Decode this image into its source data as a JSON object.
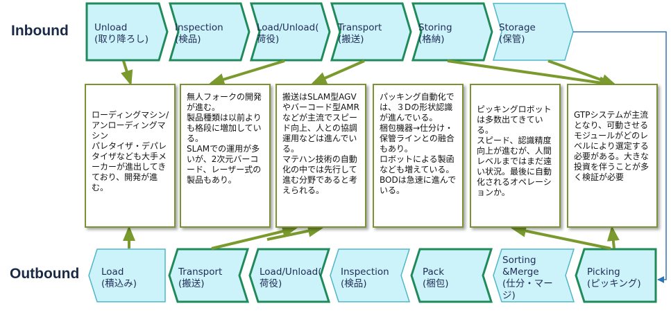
{
  "rows": {
    "inbound": "Inbound",
    "outbound": "Outbound"
  },
  "inbound": [
    {
      "en": "Unload",
      "jp": "(取り降ろし)"
    },
    {
      "en": "Inspection",
      "jp": "(検品)"
    },
    {
      "en": "Load/Unload(",
      "jp": "荷役)"
    },
    {
      "en": "Transport",
      "jp": "(搬送)"
    },
    {
      "en": "Storing",
      "jp": "(格納)"
    },
    {
      "en": "Storage",
      "jp": "(保管)"
    }
  ],
  "outbound": [
    {
      "en": "Load",
      "jp": "(積込み)"
    },
    {
      "en": "Transport",
      "jp": "(搬送)"
    },
    {
      "en": "Load/Unload(",
      "jp": "荷役)"
    },
    {
      "en": "Inspection",
      "jp": "(検品)"
    },
    {
      "en": "Pack",
      "jp": "(梱包)"
    },
    {
      "en": "Sorting",
      "en2": "&Merge",
      "jp": "(仕分・マー",
      "jp2": "ジ)"
    },
    {
      "en": "Picking",
      "jp": "(ピッキング)"
    }
  ],
  "notes": [
    "ローディングマシン/アンローディングマシン\nパレタイザ・デパレタイザなども大手メーカーが進出してきており、開発が進む。",
    "無人フォークの開発が進む。\n製品種類は以前よりも格段に増加している。\nSLAMでの運用が多いが、2次元バーコード、レーザー式の製品もあり。",
    "搬送はSLAM型AGVやバーコード型AMRなどが主流でスピード向上、人との協調運用などは進んでいる。\nマテハン技術の自動化の中では先行して進む分野であると考えられる。",
    "パッキング自動化では、３Dの形状認識が進んでいる。\n梱包機器→仕分け・保管ラインとの融合もあり。\nロボットによる製函なども増えている。BODは急速に進んでいる。",
    "ピッキングロボットは多数出てきている。\nスピード、認識精度向上が進むが、人間レベルまではまだ遠い状況。最後に自動化されるオペレーションか。",
    "GTPシステムが主流となり、可動させるモジュールがどのレベルにより選定する必要がある。大きな投資を伴うことが多く検証が必要"
  ],
  "colors": {
    "chevron_fill": "#ccf2fa",
    "chevron_stroke_dark": "#1f8a5a",
    "chevron_stroke_light": "#4fb6c8",
    "arrow": "#7a9a2e",
    "connector": "#2e75b6"
  }
}
